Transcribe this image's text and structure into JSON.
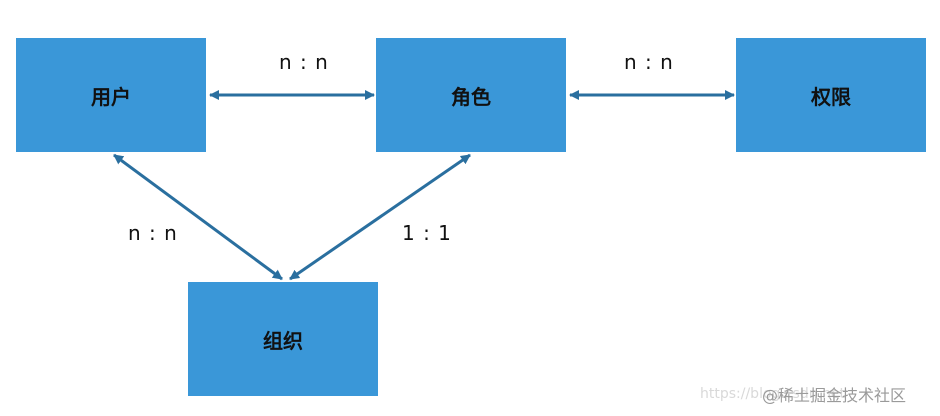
{
  "nodes": {
    "user": "用户",
    "role": "角色",
    "permission": "权限",
    "organization": "组织"
  },
  "edges": {
    "user_role": "n : n",
    "role_permission": "n : n",
    "user_organization": "n : n",
    "role_organization": "1 : 1"
  },
  "watermark": {
    "faded_url": "https://blog.csdn.net",
    "brand": "@稀土掘金技术社区"
  },
  "colors": {
    "node_fill": "#3a97d8",
    "arrow": "#2a6f9f",
    "text": "#111111"
  }
}
